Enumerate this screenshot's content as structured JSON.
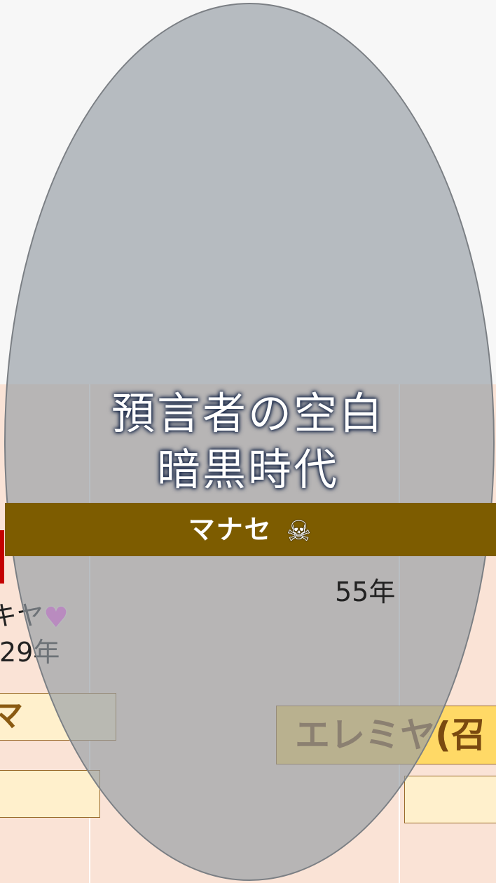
{
  "overlay": {
    "title_line1": "預言者の空白",
    "title_line2": "暗黒時代"
  },
  "bar": {
    "label": "マナセ",
    "icon": "skull-icon",
    "color": "#7d5c00"
  },
  "left": {
    "name_fragment": "キヤ",
    "heart_icon": "heart-icon",
    "year": "29年",
    "box1_text": "マ",
    "box2_text": ""
  },
  "right": {
    "year": "55年",
    "box_gold_text": "エレミヤ(召",
    "box_light_text": ""
  },
  "colors": {
    "band": "#fae3d6",
    "oval": "#949ca4",
    "heart": "#ff6bf2",
    "gold_box": "#ffd966",
    "light_box": "#fff0cc",
    "red_block": "#c40000"
  }
}
